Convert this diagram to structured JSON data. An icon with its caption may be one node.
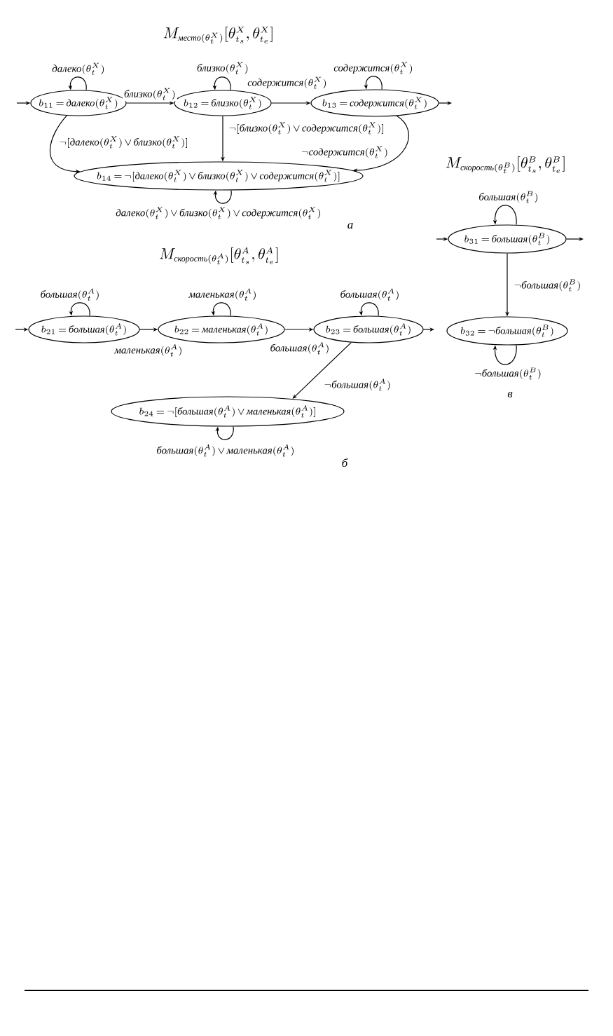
{
  "diagram": {
    "nodes": [
      {
        "text": [
          "b_{11}=\\text{далеко}(\\theta_t^{X})"
        ]
      },
      {
        "text": [
          "b_{12}=\\text{близко}(\\theta_t^{X})"
        ]
      },
      {
        "text": [
          "b_{13}=\\text{содержится}(\\theta_t^{X})"
        ]
      },
      {
        "text": [
          "b_{14}=\\neg[\\text{далеко}(\\theta_t^{X})\\vee\\text{близко}(\\theta_t^{X})\\vee\\text{содержится}(\\theta_t^{X})]"
        ]
      },
      {
        "text": [
          "b_{21}=\\text{большая}(\\theta_t^{A})"
        ]
      },
      {
        "text": [
          "b_{22}=\\text{маленькая}(\\theta_t^{A})"
        ]
      },
      {
        "text": [
          "b_{23}=\\text{большая}(\\theta_t^{A})"
        ]
      },
      {
        "text": [
          "b_{24}=\\neg[\\text{большая}(\\theta_t^{A})\\vee\\text{маленькая}(\\theta_t^{A})]"
        ]
      },
      {
        "text": [
          "b_{31}=\\text{большая}(\\theta_t^{B})"
        ]
      },
      {
        "text": [
          "b_{32}=\\neg\\text{большая}(\\theta_t^{B})"
        ]
      }
    ],
    "edges": [
      {
        "from": null,
        "to": 0,
        "arrow": "to"
      },
      {
        "from": 0,
        "to": 0,
        "arrow": "to",
        "label": "\\text{далеко}(\\theta_t^{X})"
      },
      {
        "from": 0,
        "to": 1,
        "arrow": "to",
        "label": "\\text{близко}(\\theta_t^{X})"
      },
      {
        "from": 1,
        "to": 1,
        "arrow": "to",
        "label": "\\text{близко}(\\theta_t^{X})"
      },
      {
        "from": 1,
        "to": 2,
        "arrow": "to",
        "label": "\\text{содержится}(\\theta_t^{X})"
      },
      {
        "from": 2,
        "to": 2,
        "arrow": "to",
        "label": "\\text{содержится}(\\theta_t^{X})"
      },
      {
        "from": 2,
        "to": null,
        "arrow": "to"
      },
      {
        "from": 0,
        "to": 3,
        "arrow": "to",
        "label": "\\neg[\\text{далеко}(\\theta_t^{X})\\vee\\text{близко}(\\theta_t^{X})]"
      },
      {
        "from": 1,
        "to": 3,
        "arrow": "to",
        "label": "\\neg[\\text{близко}(\\theta_t^{X})\\vee\\text{содержится}(\\theta_t^{X})]"
      },
      {
        "from": 2,
        "to": 3,
        "arrow": "to",
        "label": "\\neg\\text{содержится}(\\theta_t^{X})"
      },
      {
        "from": 3,
        "to": 3,
        "arrow": "to",
        "label": "\\text{далеко}(\\theta_t^{X})\\vee\\text{близко}(\\theta_t^{X})\\vee\\text{содержится}(\\theta_t^{X})"
      },
      {
        "from": null,
        "to": 4,
        "arrow": "to"
      },
      {
        "from": 4,
        "to": 4,
        "arrow": "to",
        "label": "\\text{большая}(\\theta_t^{A})"
      },
      {
        "from": 4,
        "to": 5,
        "arrow": "to",
        "label": "\\text{маленькая}(\\theta_t^{A})"
      },
      {
        "from": 5,
        "to": 5,
        "arrow": "to",
        "label": "\\text{маленькая}(\\theta_t^{A})"
      },
      {
        "from": 5,
        "to": 6,
        "arrow": "to",
        "label": "\\text{большая}(\\theta_t^{A})"
      },
      {
        "from": 6,
        "to": 6,
        "arrow": "to",
        "label": "\\text{большая}(\\theta_t^{A})"
      },
      {
        "from": 6,
        "to": null,
        "arrow": "to"
      },
      {
        "from": 6,
        "to": 7,
        "arrow": "to",
        "label": "\\neg\\text{большая}(\\theta_t^{A})"
      },
      {
        "from": 7,
        "to": 7,
        "arrow": "to",
        "label": "\\text{большая}(\\theta_t^{A})\\vee\\text{маленькая}(\\theta_t^{A})"
      },
      {
        "from": null,
        "to": 8,
        "arrow": "to"
      },
      {
        "from": 8,
        "to": 8,
        "arrow": "to",
        "label": "\\text{большая}(\\theta_t^{B})"
      },
      {
        "from": 8,
        "to": null,
        "arrow": "to"
      },
      {
        "from": 8,
        "to": 9,
        "arrow": "to",
        "label": "\\neg\\text{большая}(\\theta_t^{B})"
      },
      {
        "from": 9,
        "to": 9,
        "arrow": "to",
        "label": "\\neg\\text{большая}(\\theta_t^{B})"
      }
    ],
    "labels": [
      "M_{\\text{место}(\\theta_t^{X})}[\\theta_{t_s}^{X},\\theta_{t_e}^{X}]",
      "а",
      "M_{\\text{скорость}(\\theta_t^{A})}[\\theta_{t_s}^{A},\\theta_{t_e}^{A}]",
      "б",
      "M_{\\text{скорость}(\\theta_t^{B})}[\\theta_{t_s}^{B},\\theta_{t_e}^{B}]",
      "в"
    ]
  }
}
